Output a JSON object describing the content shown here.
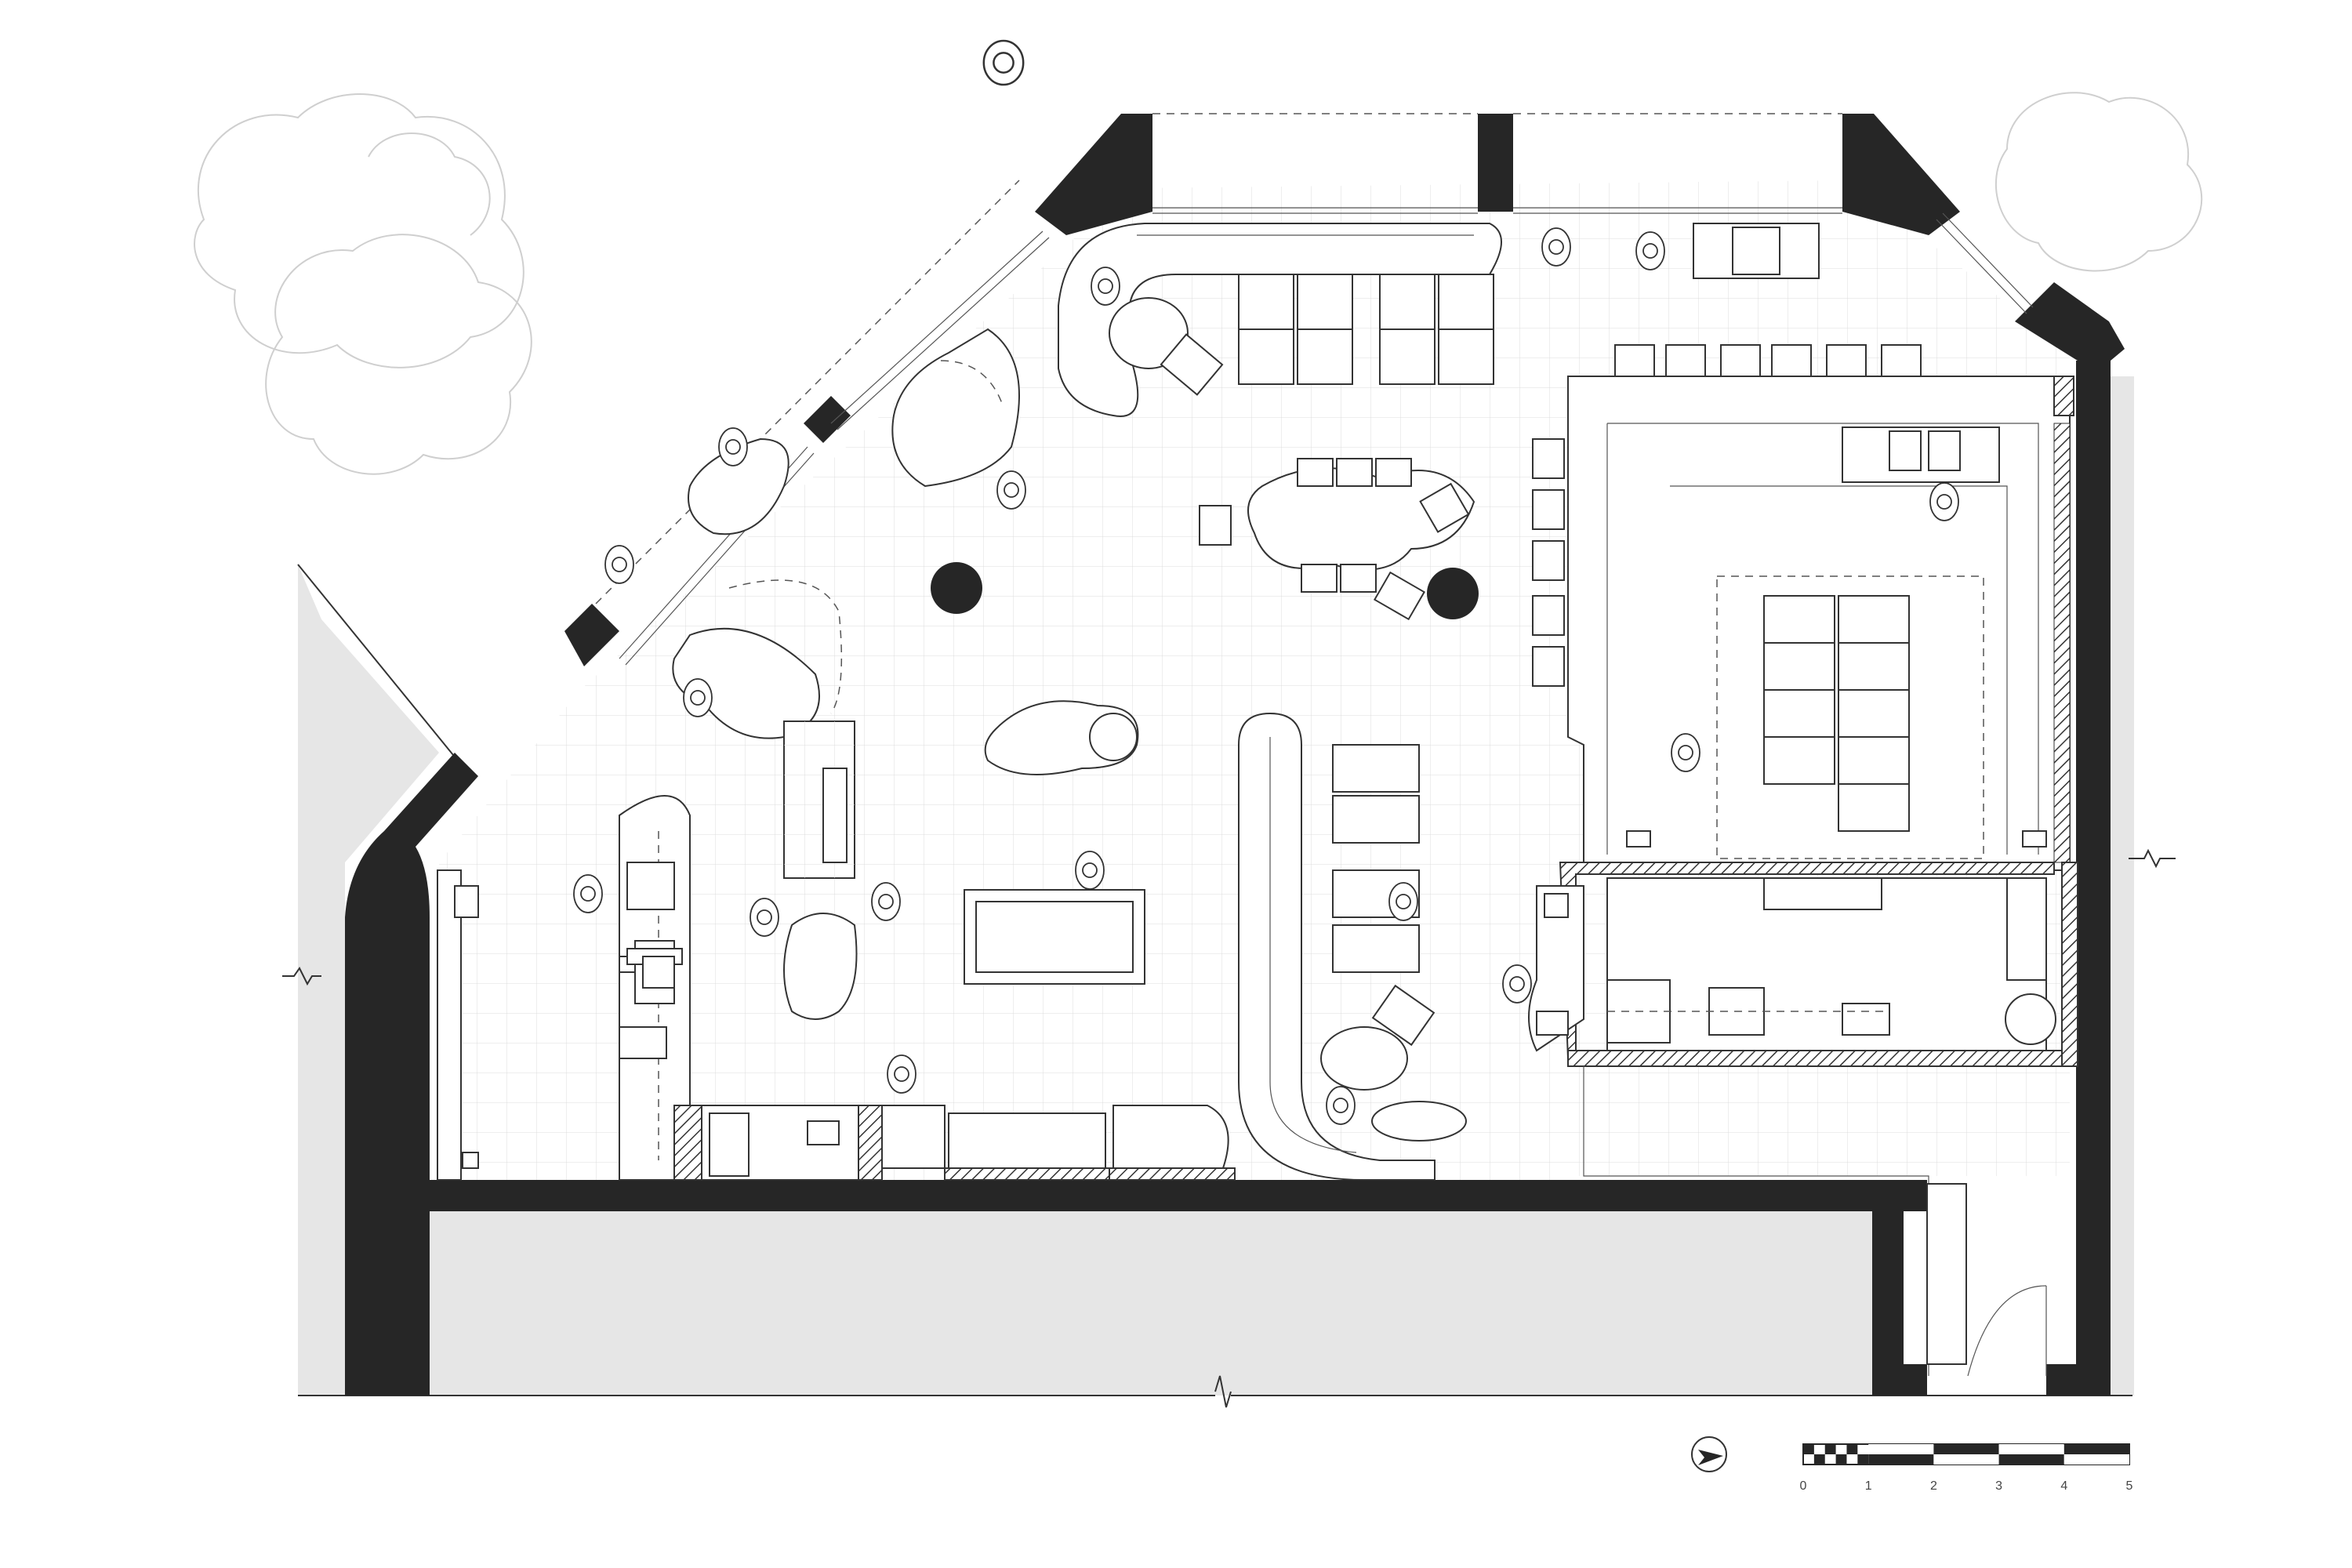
{
  "scale_bar": {
    "labels": [
      "0",
      "1",
      "2",
      "3",
      "4",
      "5"
    ]
  },
  "colors": {
    "wall": "#262626",
    "neighbour_fill": "#e6e6e6",
    "line": "#333333",
    "grid": "#dcdcdc"
  },
  "icons": {
    "north_arrow": "north-arrow-icon"
  }
}
